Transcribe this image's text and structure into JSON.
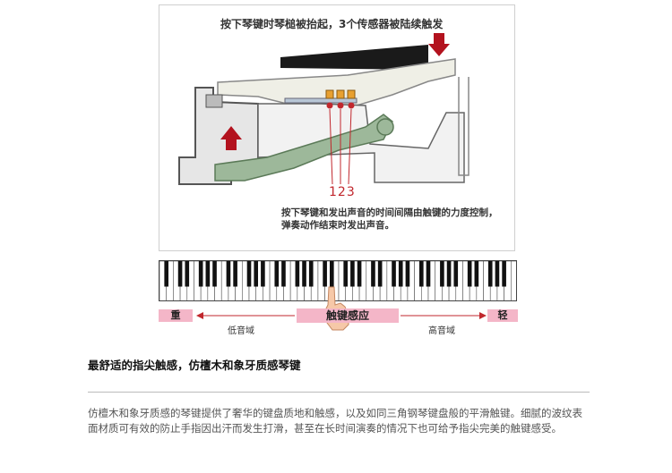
{
  "diagram": {
    "caption_top": "按下琴键时琴槌被抬起，3个传感器被陆续触发",
    "sensor_numbers": "123",
    "caption_bottom_line1": "按下琴键和发出声音的时间间隔由触键的力度控制，",
    "caption_bottom_line2": "弹奏动作结束时发出声音。"
  },
  "keyboard": {
    "heavy_label": "重",
    "light_label": "轻",
    "touch_label": "触键感应",
    "low_range_label": "低音域",
    "high_range_label": "高音域"
  },
  "feature": {
    "title": "最舒适的指尖触感，仿檀木和象牙质感琴键",
    "description": "仿檀木和象牙质感的琴键提供了奢华的键盘质地和触感，以及如同三角钢琴键盘般的平滑触键。细腻的波纹表面材质可有效的防止手指因出汗而发生打滑，甚至在长时间演奏的情况下也可给予指尖完美的触键感受。"
  },
  "colors": {
    "arrow_red": "#b3121e",
    "pink_tag": "#f4b6c8",
    "sensor_orange": "#e8a030",
    "lever_green": "#9db89a"
  }
}
